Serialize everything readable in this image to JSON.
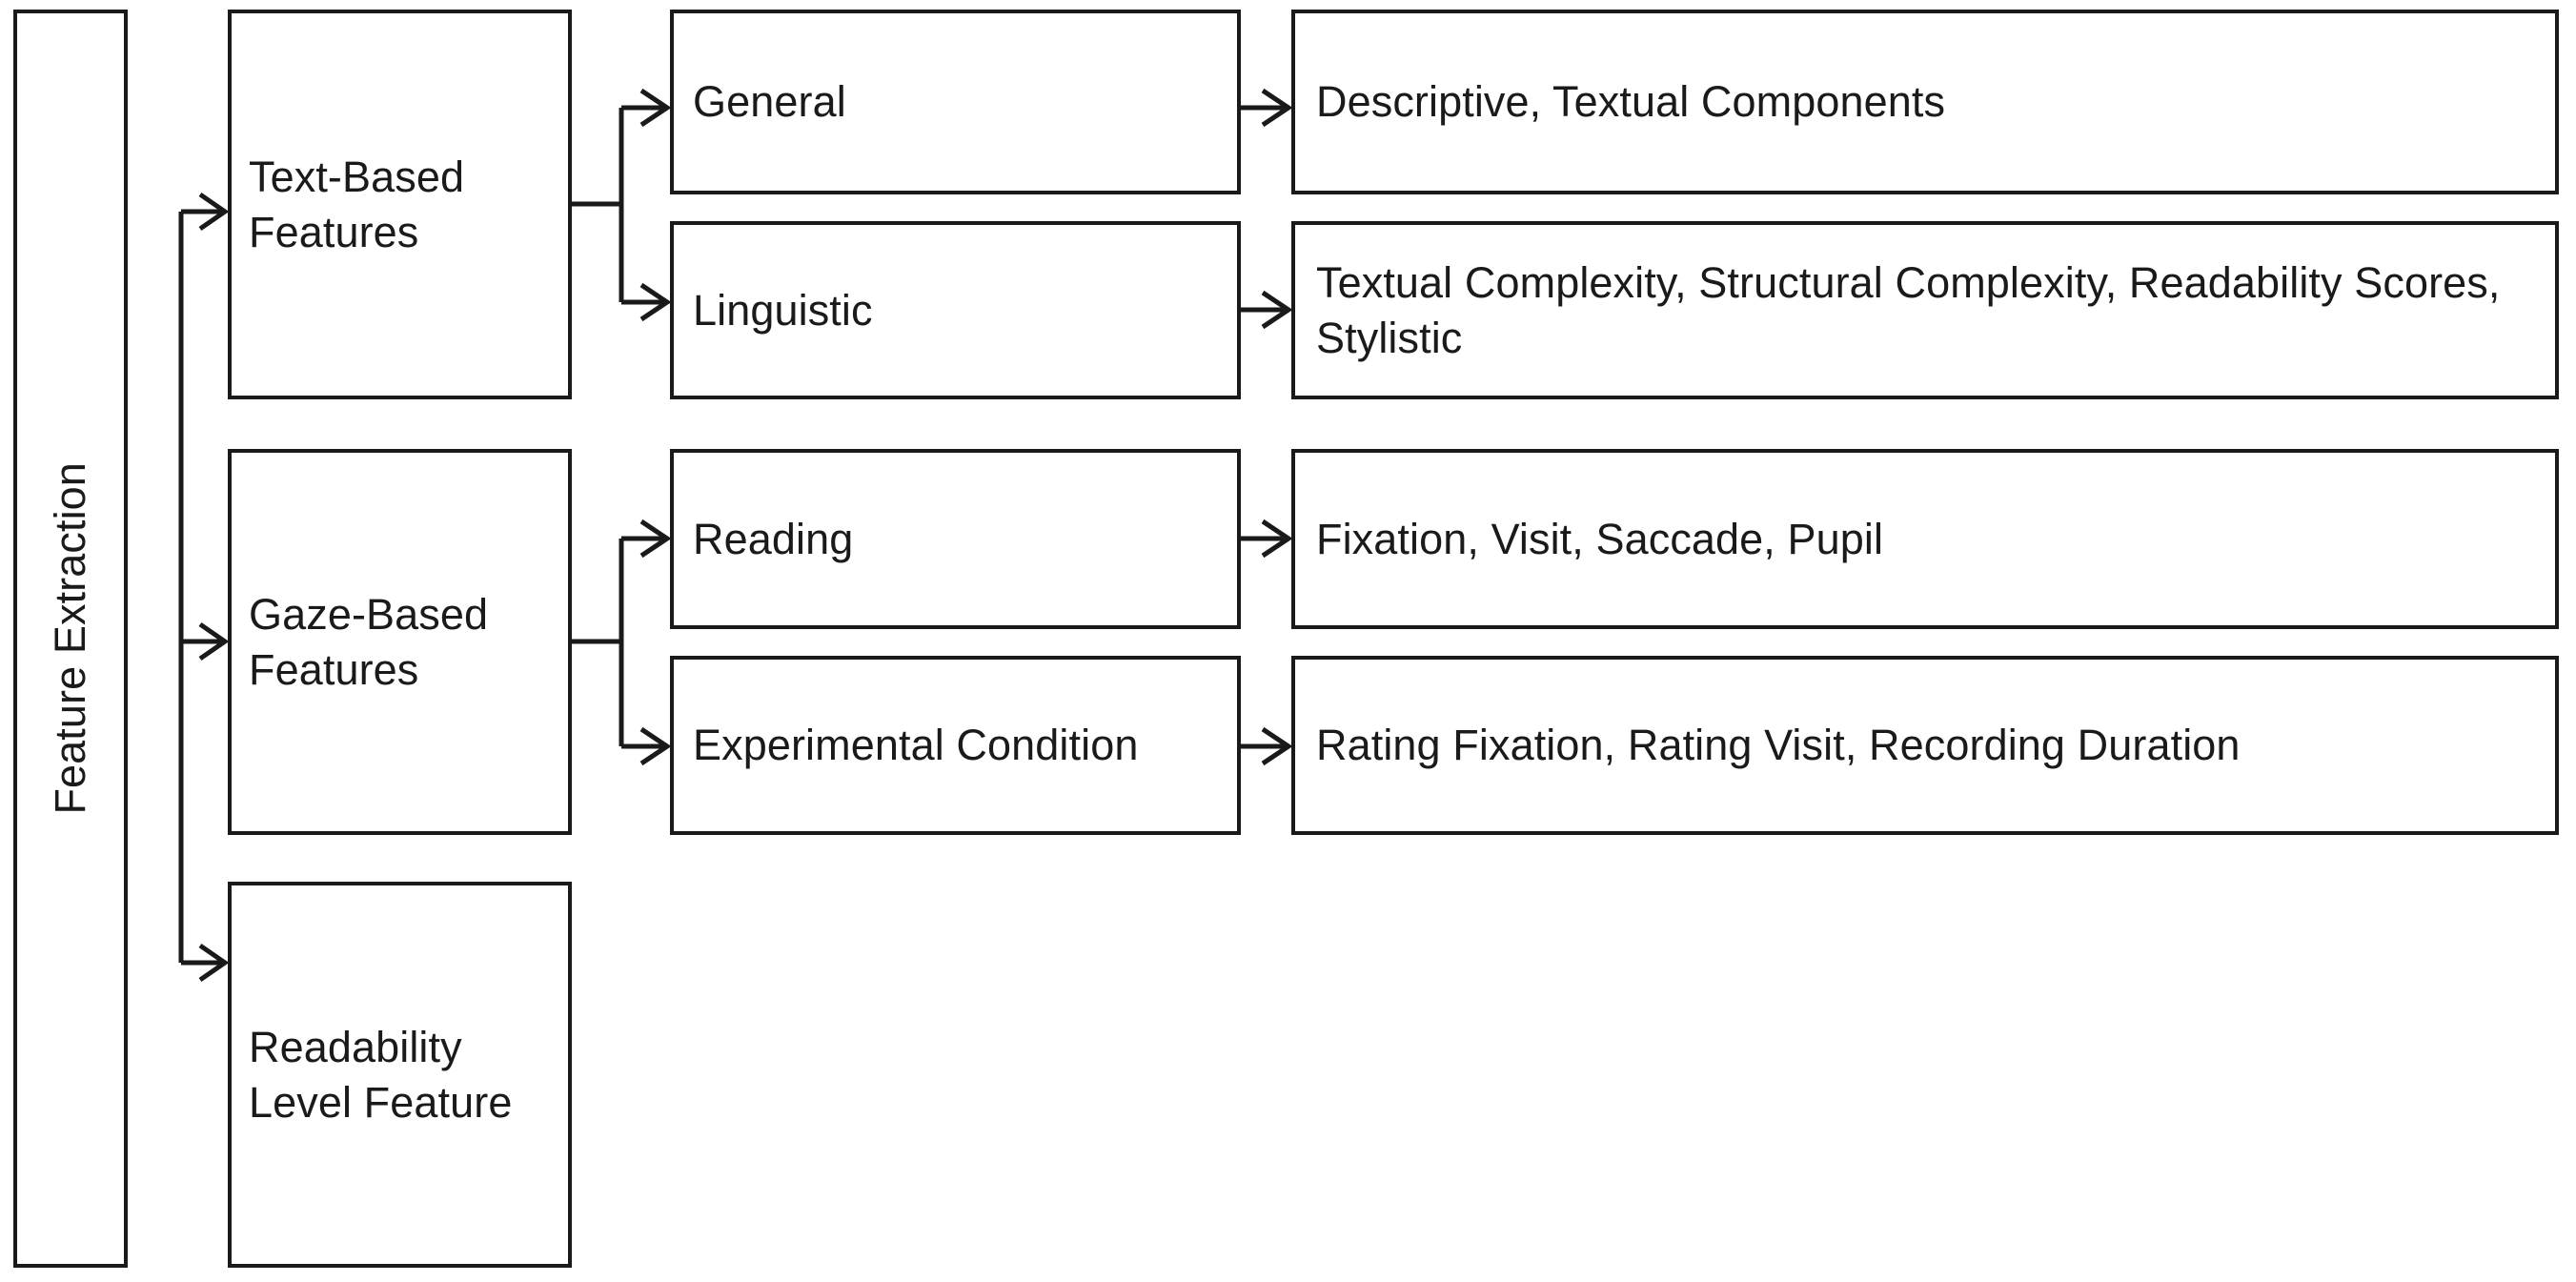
{
  "diagram": {
    "title": "Feature Extraction",
    "root": {
      "label": "Feature Extraction",
      "orientation": "vertical-rotated"
    },
    "branches": [
      {
        "id": "text-based",
        "label": "Text-Based\nFeatures",
        "children": [
          {
            "id": "general",
            "label": "General",
            "description": "Descriptive, Textual Components"
          },
          {
            "id": "linguistic",
            "label": "Linguistic",
            "description": "Textual Complexity, Structural Complexity, Readability Scores, Stylistic"
          }
        ]
      },
      {
        "id": "gaze-based",
        "label": "Gaze-Based\nFeatures",
        "children": [
          {
            "id": "reading",
            "label": "Reading",
            "description": "Fixation, Visit, Saccade, Pupil"
          },
          {
            "id": "experimental-condition",
            "label": "Experimental Condition",
            "description": "Rating Fixation, Rating Visit, Recording Duration"
          }
        ]
      },
      {
        "id": "readability-level",
        "label": "Readability\nLevel Feature",
        "children": []
      }
    ],
    "colors": {
      "stroke": "#1a1a1a",
      "background": "#ffffff",
      "text": "#1a1a1a"
    }
  }
}
